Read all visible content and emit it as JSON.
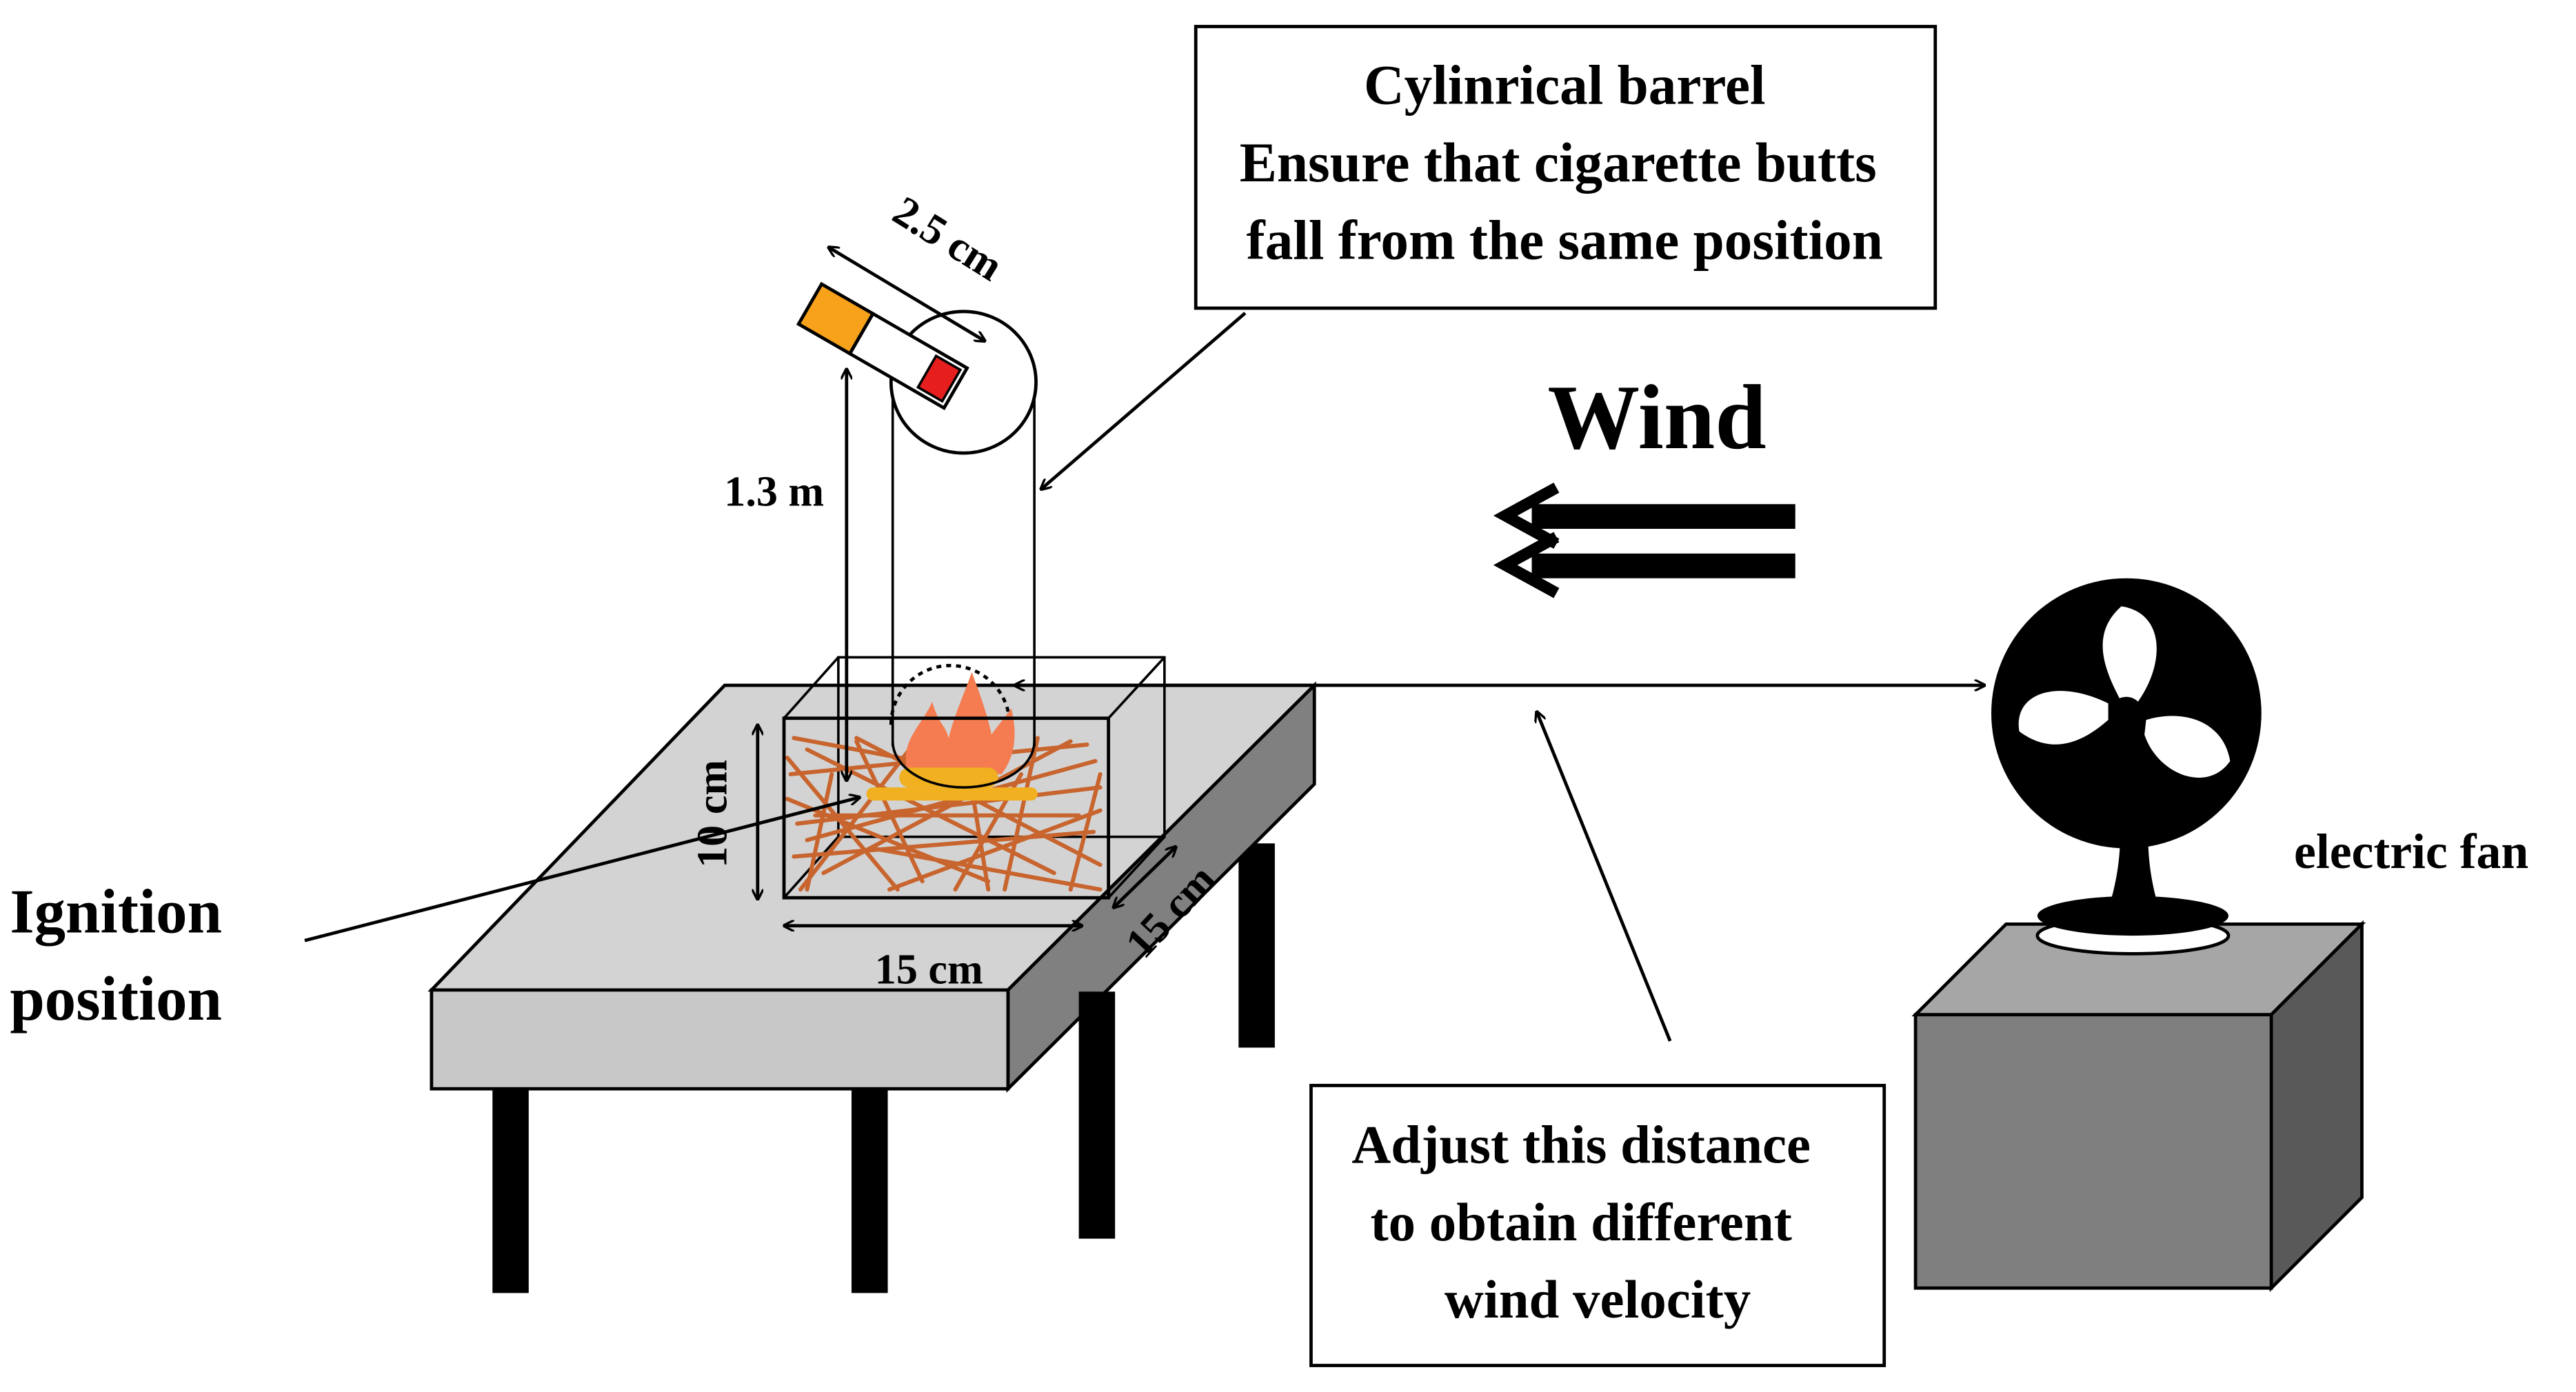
{
  "labels": {
    "barrel_title": "Cylinrical barrel",
    "barrel_line2": "Ensure that cigarette butts",
    "barrel_line3": "fall from the same position",
    "wind": "Wind",
    "butt_length": "2.5 cm",
    "drop_height": "1.3 m",
    "box_height": "10 cm",
    "box_width": "15 cm",
    "box_depth": "15 cm",
    "ignition_line1": "Ignition",
    "ignition_line2": "position",
    "fan": "electric fan",
    "adjust_line1": "Adjust this distance",
    "adjust_line2": "to obtain  different",
    "adjust_line3": "wind velocity"
  },
  "colors": {
    "line": "#000000",
    "table_top": "#d3d3d3",
    "table_front": "#c8c8c8",
    "table_side": "#808080",
    "stand_front": "#7f7f7f",
    "stand_top": "#a6a6a6",
    "stand_side": "#595959",
    "filter": "#f7a21a",
    "ember": "#e61e1e",
    "flame": "#f47c50",
    "fuel_bed": "#f0b020",
    "straw": "#c8642d"
  }
}
